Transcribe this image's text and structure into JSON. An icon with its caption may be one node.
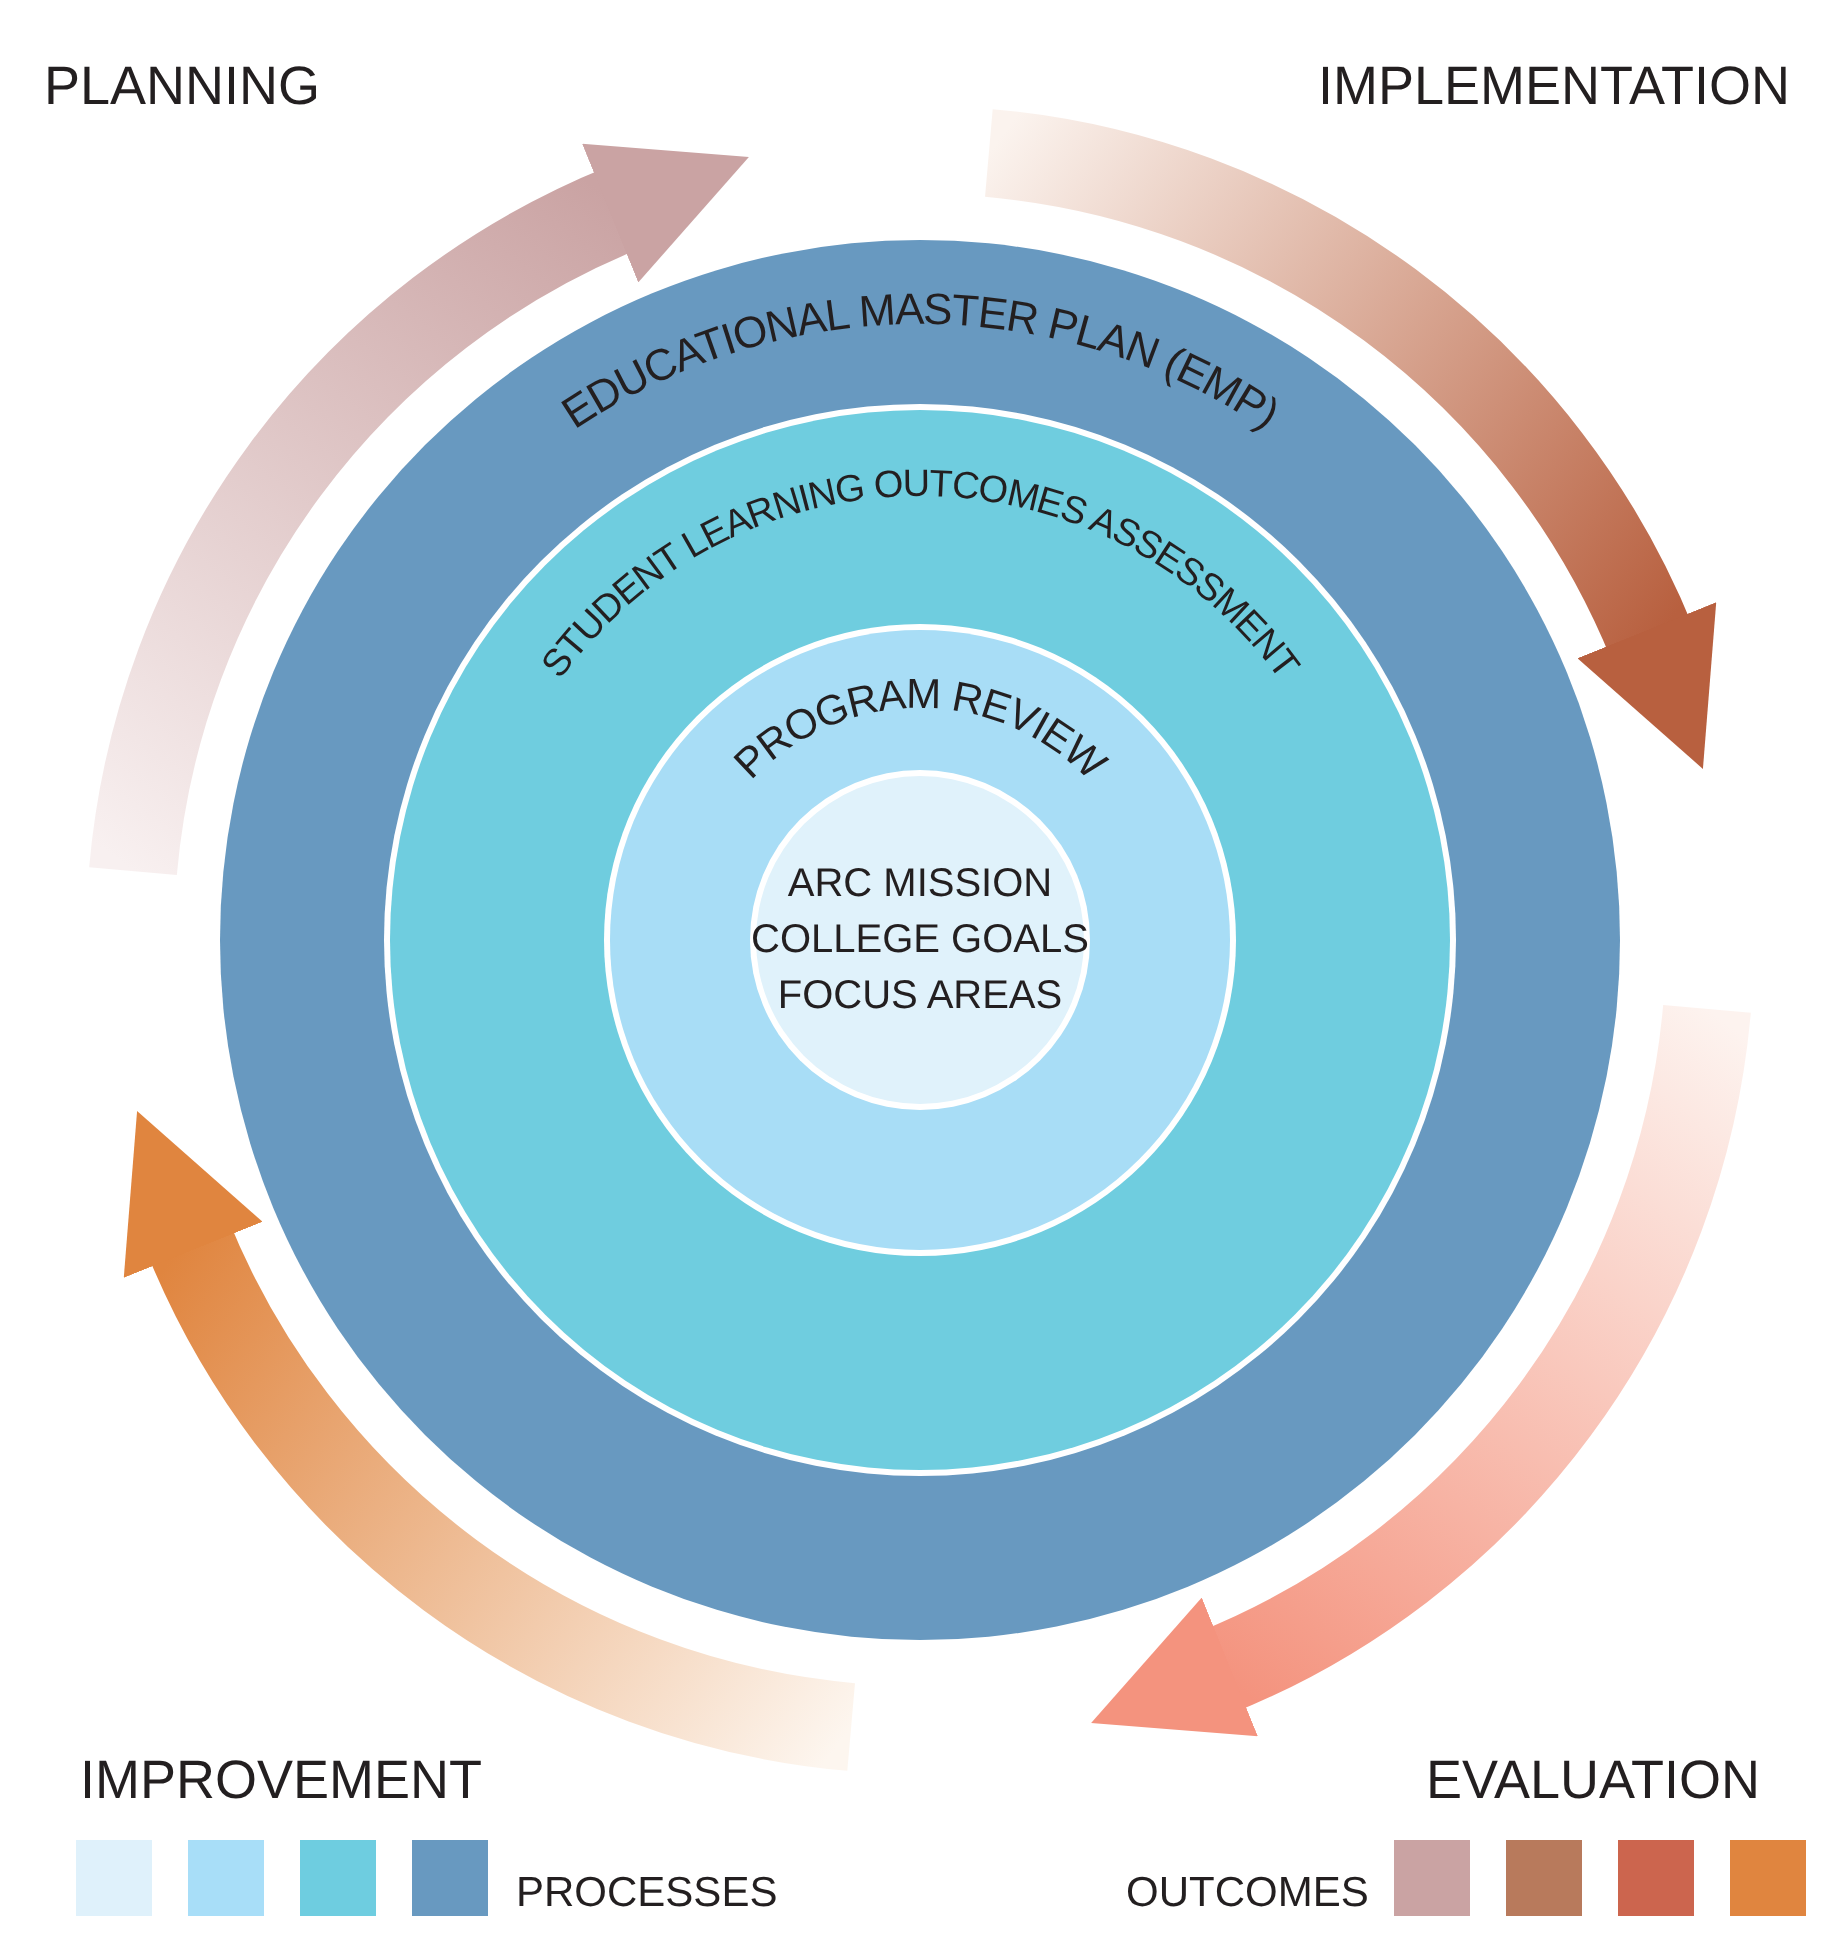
{
  "diagram": {
    "nodes": [
      {
        "text": [
          "EDUCATIONAL MASTER PLAN (EMP)"
        ]
      },
      {
        "text": [
          "STUDENT LEARNING OUTCOMES ASSESSMENT"
        ],
        "in": 0
      },
      {
        "text": [
          "PROGRAM REVIEW"
        ],
        "in": 1
      },
      {
        "text": [
          "ARC MISSION",
          "COLLEGE GOALS",
          "FOCUS AREAS"
        ],
        "in": 2
      }
    ],
    "labels": [
      "PLANNING",
      "IMPLEMENTATION",
      "IMPROVEMENT",
      "EVALUATION"
    ],
    "legend": [
      {
        "text": "PROCESSES",
        "color": "#6899c0"
      },
      {
        "text": "OUTCOMES",
        "color": "#caa3a3"
      }
    ]
  }
}
